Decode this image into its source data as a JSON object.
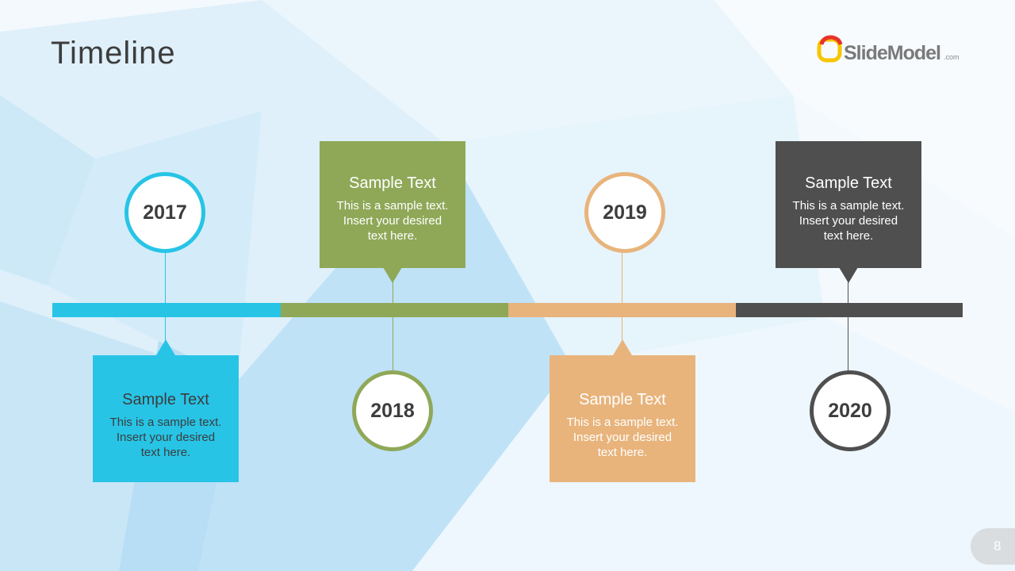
{
  "slide": {
    "title": "Timeline",
    "page_number": "8"
  },
  "logo": {
    "name": "SlideModel",
    "suffix": ".com"
  },
  "colors": {
    "cyan": "#27c4e6",
    "green": "#8fa858",
    "orange": "#e8b47c",
    "dark": "#4f4f4f"
  },
  "milestones": [
    {
      "year": "2017",
      "heading": "Sample Text",
      "body": "This is a sample text. Insert your desired text here."
    },
    {
      "year": "2018",
      "heading": "Sample Text",
      "body": "This is a sample text. Insert your desired text here."
    },
    {
      "year": "2019",
      "heading": "Sample Text",
      "body": "This is a sample text. Insert your desired text here."
    },
    {
      "year": "2020",
      "heading": "Sample Text",
      "body": "This is a sample text. Insert your desired text here."
    }
  ]
}
